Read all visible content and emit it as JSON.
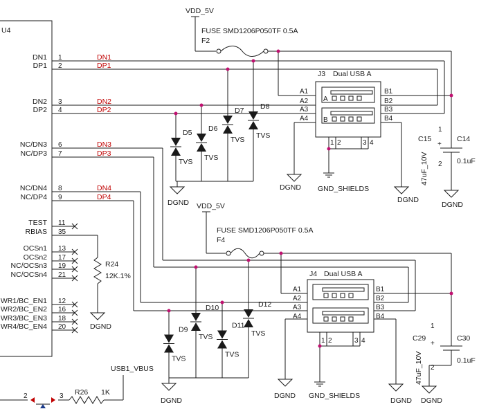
{
  "u4": {
    "ref": "U4",
    "pins": [
      {
        "name": "DN1",
        "num": "1",
        "net": "DN1"
      },
      {
        "name": "DP1",
        "num": "2",
        "net": "DP1"
      },
      {
        "name": "DN2",
        "num": "3",
        "net": "DN2"
      },
      {
        "name": "DP2",
        "num": "4",
        "net": "DP2"
      },
      {
        "name": "NC/DN3",
        "num": "6",
        "net": "DN3"
      },
      {
        "name": "NC/DP3",
        "num": "7",
        "net": "DP3"
      },
      {
        "name": "NC/DN4",
        "num": "8",
        "net": "DN4"
      },
      {
        "name": "NC/DP4",
        "num": "9",
        "net": "DP4"
      },
      {
        "name": "TEST",
        "num": "11",
        "net": ""
      },
      {
        "name": "RBIAS",
        "num": "35",
        "net": ""
      },
      {
        "name": "OCSn1",
        "num": "13",
        "net": ""
      },
      {
        "name": "OCSn2",
        "num": "17",
        "net": ""
      },
      {
        "name": "NC/OCSn3",
        "num": "19",
        "net": ""
      },
      {
        "name": "NC/OCSn4",
        "num": "21",
        "net": ""
      },
      {
        "name": "WR1/BC_EN1",
        "num": "12",
        "net": ""
      },
      {
        "name": "WR2/BC_EN2",
        "num": "16",
        "net": ""
      },
      {
        "name": "WR3/BC_EN3",
        "num": "18",
        "net": ""
      },
      {
        "name": "WR4/BC_EN4",
        "num": "20",
        "net": ""
      }
    ]
  },
  "top": {
    "vdd": "VDD_5V",
    "fuse_value": "FUSE SMD1206P050TF 0.5A",
    "fuse_ref": "F2",
    "conn_ref": "J3",
    "conn_name": "Dual USB A",
    "tvs": [
      {
        "ref": "D5",
        "label": "TVS"
      },
      {
        "ref": "D6",
        "label": "TVS"
      },
      {
        "ref": "D7",
        "label": "TVS"
      },
      {
        "ref": "D8",
        "label": "TVS"
      }
    ],
    "cap1_ref": "C15",
    "cap1_val": "47uF_10V",
    "cap2_ref": "C14",
    "cap2_val": "0.1uF",
    "dgnd": "DGND",
    "gnd_shields": "GND_SHIELDS"
  },
  "bottom": {
    "vdd": "VDD_5V",
    "fuse_value": "FUSE SMD1206P050TF 0.5A",
    "fuse_ref": "F4",
    "conn_ref": "J4",
    "conn_name": "Dual USB A",
    "tvs": [
      {
        "ref": "D9",
        "label": "TVS"
      },
      {
        "ref": "D10",
        "label": "TVS"
      },
      {
        "ref": "D11",
        "label": "TVS"
      },
      {
        "ref": "D12",
        "label": "TVS"
      }
    ],
    "cap1_ref": "C29",
    "cap1_val": "47uF_10V",
    "cap2_ref": "C30",
    "cap2_val": "0.1uF",
    "dgnd": "DGND",
    "gnd_shields": "GND_SHIELDS"
  },
  "conn_pins": {
    "left": [
      "A1",
      "A2",
      "A3",
      "A4"
    ],
    "right": [
      "B1",
      "B2",
      "B3",
      "B4"
    ],
    "port_a": "A",
    "port_b": "B",
    "shield": [
      "1",
      "2",
      "3",
      "4"
    ]
  },
  "bias": {
    "r_ref": "R24",
    "r_val": "12K.1%",
    "dgnd": "DGND"
  },
  "vbus": {
    "net": "USB1_VBUS",
    "r_ref": "R26",
    "r_val": "1K",
    "pin_a": "2",
    "pin_b": "3"
  },
  "cap_pins": {
    "p1": "1",
    "p2": "2",
    "plus": "+"
  }
}
